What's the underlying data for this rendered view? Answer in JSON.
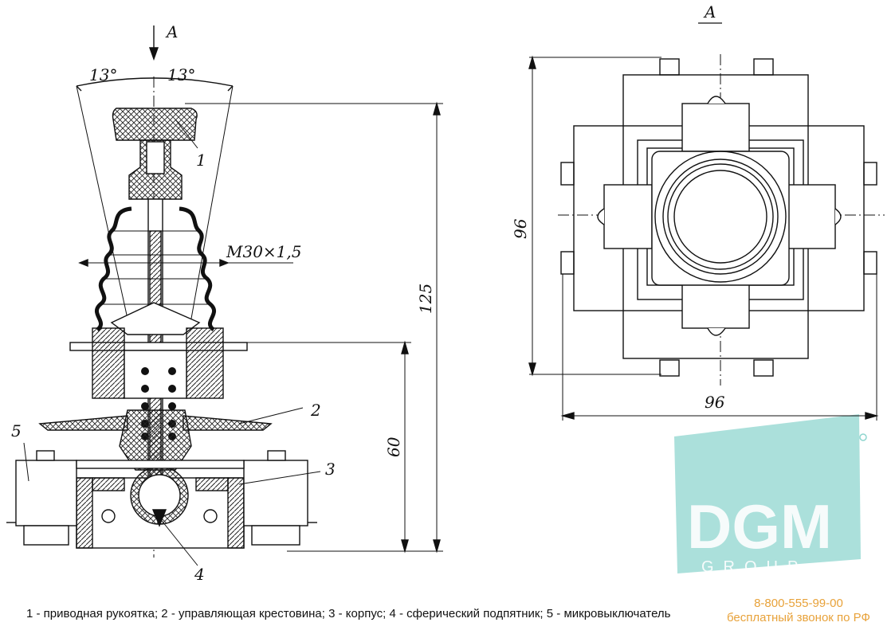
{
  "views": {
    "section_view": {
      "direction_label": "A",
      "angle_left": "13°",
      "angle_right": "13°",
      "thread_label": "M30×1,5",
      "height_overall": "125",
      "height_lower": "60",
      "part_callouts": [
        "1",
        "2",
        "3",
        "4",
        "5"
      ]
    },
    "top_view": {
      "title": "A",
      "dim_vertical": "96",
      "dim_horizontal": "96"
    }
  },
  "caption": "1 - приводная рукоятка; 2 - управляющая крестовина; 3 - корпус; 4 - сферический подпятник; 5 - микровыключатель",
  "watermark": {
    "logo_main": "DGM",
    "logo_sub": "GROUP",
    "phone": "8-800-555-99-00",
    "phone_note": "бесплатный звонок по РФ",
    "colors": {
      "logo": "#8fd6cf",
      "phone": "#e8a23a"
    }
  }
}
